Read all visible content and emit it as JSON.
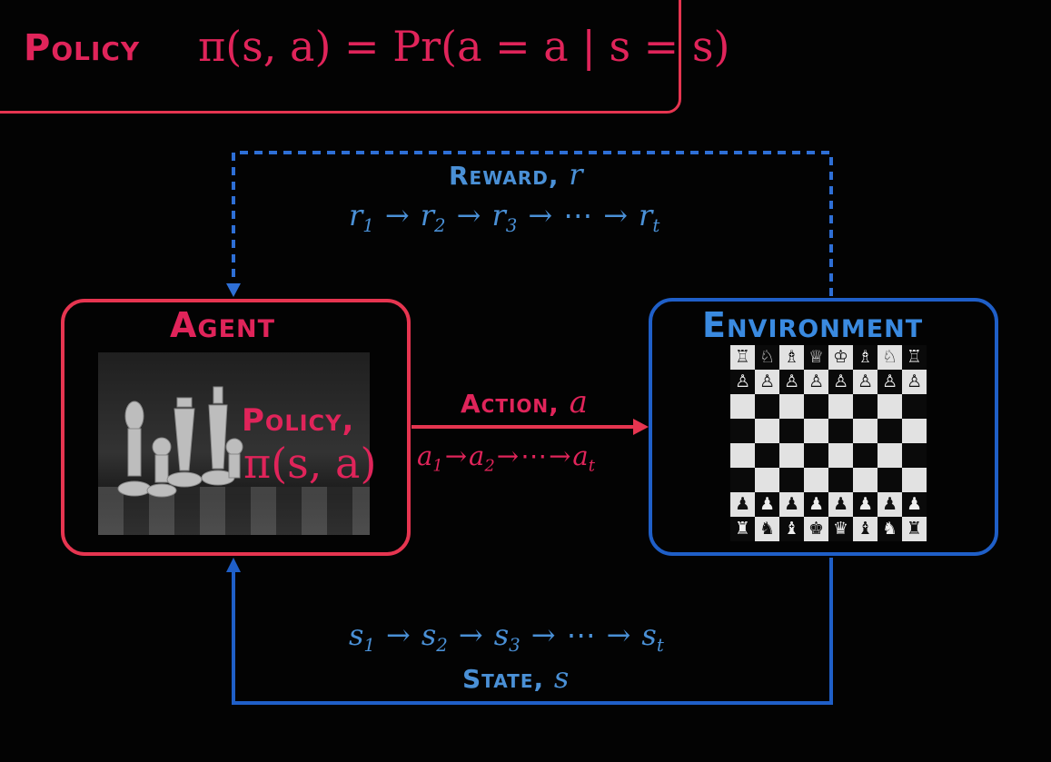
{
  "policy_header": {
    "label": "Policy",
    "formula": "π(s, a) = Pr(a = a | s = s)"
  },
  "agent": {
    "title": "Agent",
    "policy_label": "Policy,",
    "policy_math": "π(s, a)"
  },
  "environment": {
    "title": "Environment",
    "board": {
      "rows": [
        [
          "♖",
          "♘",
          "♗",
          "♕",
          "♔",
          "♗",
          "♘",
          "♖"
        ],
        [
          "♙",
          "♙",
          "♙",
          "♙",
          "♙",
          "♙",
          "♙",
          "♙"
        ],
        [
          "",
          "",
          "",
          "",
          "",
          "",
          "",
          ""
        ],
        [
          "",
          "",
          "",
          "",
          "",
          "",
          "",
          ""
        ],
        [
          "",
          "",
          "",
          "",
          "",
          "",
          "",
          ""
        ],
        [
          "",
          "",
          "",
          "",
          "",
          "",
          "",
          ""
        ],
        [
          "♟",
          "♟",
          "♟",
          "♟",
          "♟",
          "♟",
          "♟",
          "♟"
        ],
        [
          "♜",
          "♞",
          "♝",
          "♚",
          "♛",
          "♝",
          "♞",
          "♜"
        ]
      ]
    }
  },
  "reward": {
    "label": "Reward,",
    "symbol": "r",
    "sequence": [
      "r1",
      "r2",
      "r3",
      "⋯",
      "rt"
    ]
  },
  "action": {
    "label": "Action,",
    "symbol": "a",
    "sequence": [
      "a1",
      "a2",
      "⋯",
      "at"
    ]
  },
  "state": {
    "label": "State,",
    "symbol": "s",
    "sequence": [
      "s1",
      "s2",
      "s3",
      "⋯",
      "st"
    ]
  },
  "colors": {
    "agent": "#e63550",
    "environment": "#1f5fc8",
    "reward": "#2e6fd6",
    "state": "#1f5fc8",
    "action": "#e63550"
  }
}
